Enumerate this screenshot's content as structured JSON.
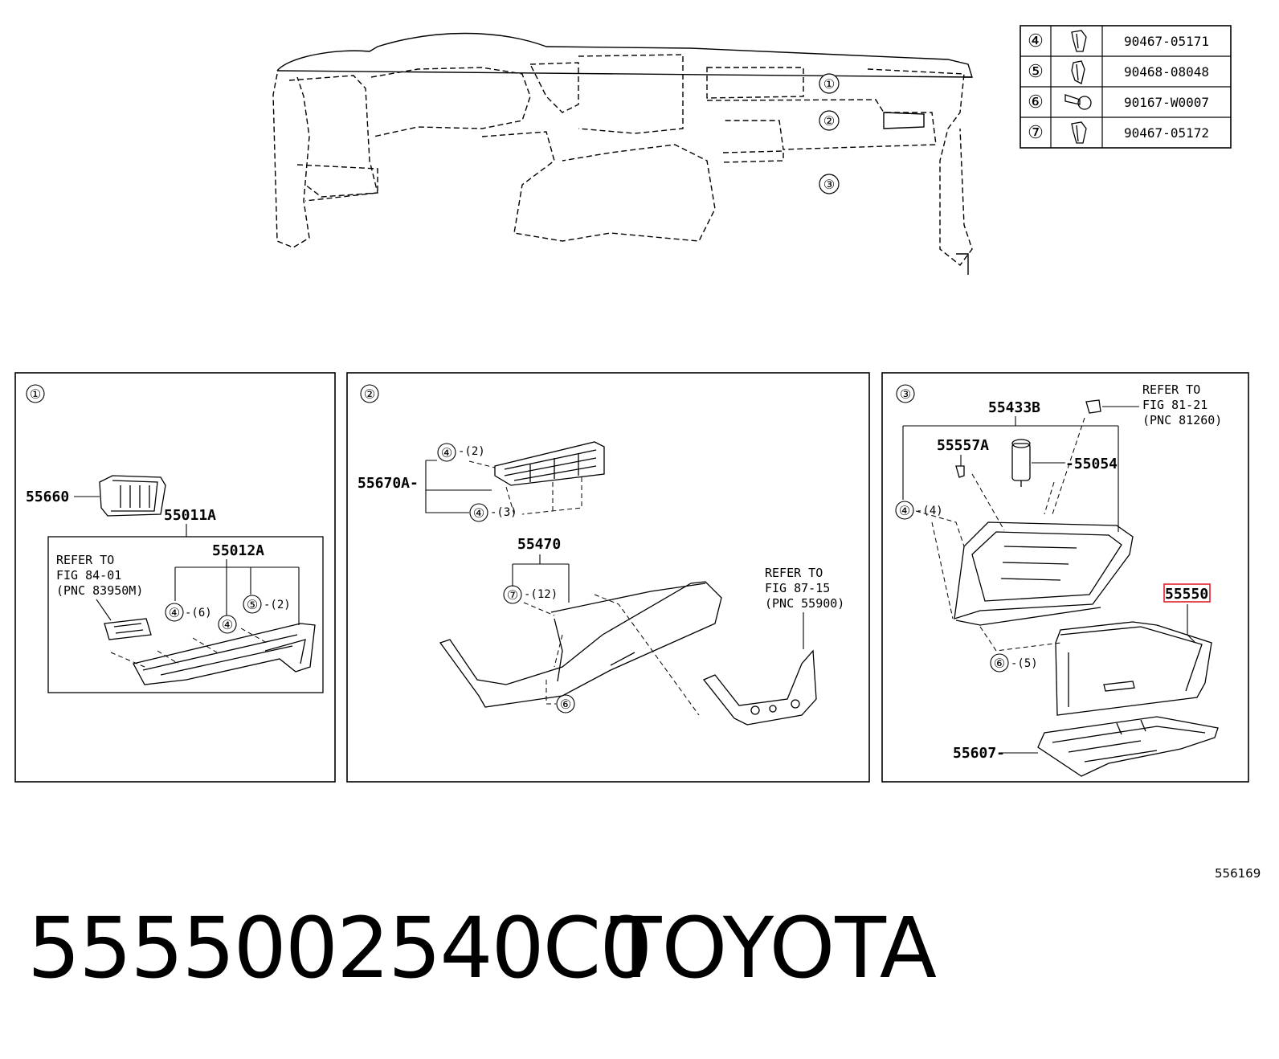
{
  "legend": [
    {
      "ref": "④",
      "part": "90467-05171",
      "icon": "clip-icon"
    },
    {
      "ref": "⑤",
      "part": "90468-08048",
      "icon": "clip-icon"
    },
    {
      "ref": "⑥",
      "part": "90167-W0007",
      "icon": "screw-icon"
    },
    {
      "ref": "⑦",
      "part": "90467-05172",
      "icon": "clip-icon"
    }
  ],
  "overview": {
    "callout_1": "①",
    "callout_2": "②",
    "callout_3": "③"
  },
  "panel1": {
    "badge": "①",
    "p55660": "55660",
    "p55011A": "55011A",
    "p55012A": "55012A",
    "refer_line1": "REFER TO",
    "refer_line2": "FIG 84-01",
    "refer_line3": "(PNC 83950M)",
    "c4a": "④",
    "c4a_qty": "-(6)",
    "c4b": "④",
    "c5": "⑤",
    "c5_qty": "-(2)"
  },
  "panel2": {
    "badge": "②",
    "c4top": "④",
    "c4top_qty": "-(2)",
    "p55670A": "55670A-",
    "c4bot": "④",
    "c4bot_qty": "-(3)",
    "p55470": "55470",
    "c7": "⑦",
    "c7_qty": "-(12)",
    "c6": "⑥",
    "refer_line1": "REFER TO",
    "refer_line2": "FIG 87-15",
    "refer_line3": "(PNC 55900)"
  },
  "panel3": {
    "badge": "③",
    "p55433B": "55433B",
    "p55557A": "55557A",
    "p55054": "-55054",
    "c4": "④",
    "c4_qty": "-(4)",
    "refer_line1": "REFER TO",
    "refer_line2": "FIG 81-21",
    "refer_line3": "(PNC 81260)",
    "p55550": "55550",
    "c6": "⑥",
    "c6_qty": "-(5)",
    "p55607": "55607-"
  },
  "figure_number": "556169",
  "footer": {
    "part_number": "5555002540C0",
    "brand": "TOYOTA"
  },
  "colors": {
    "highlight": "#e0202a",
    "line": "#000000"
  }
}
